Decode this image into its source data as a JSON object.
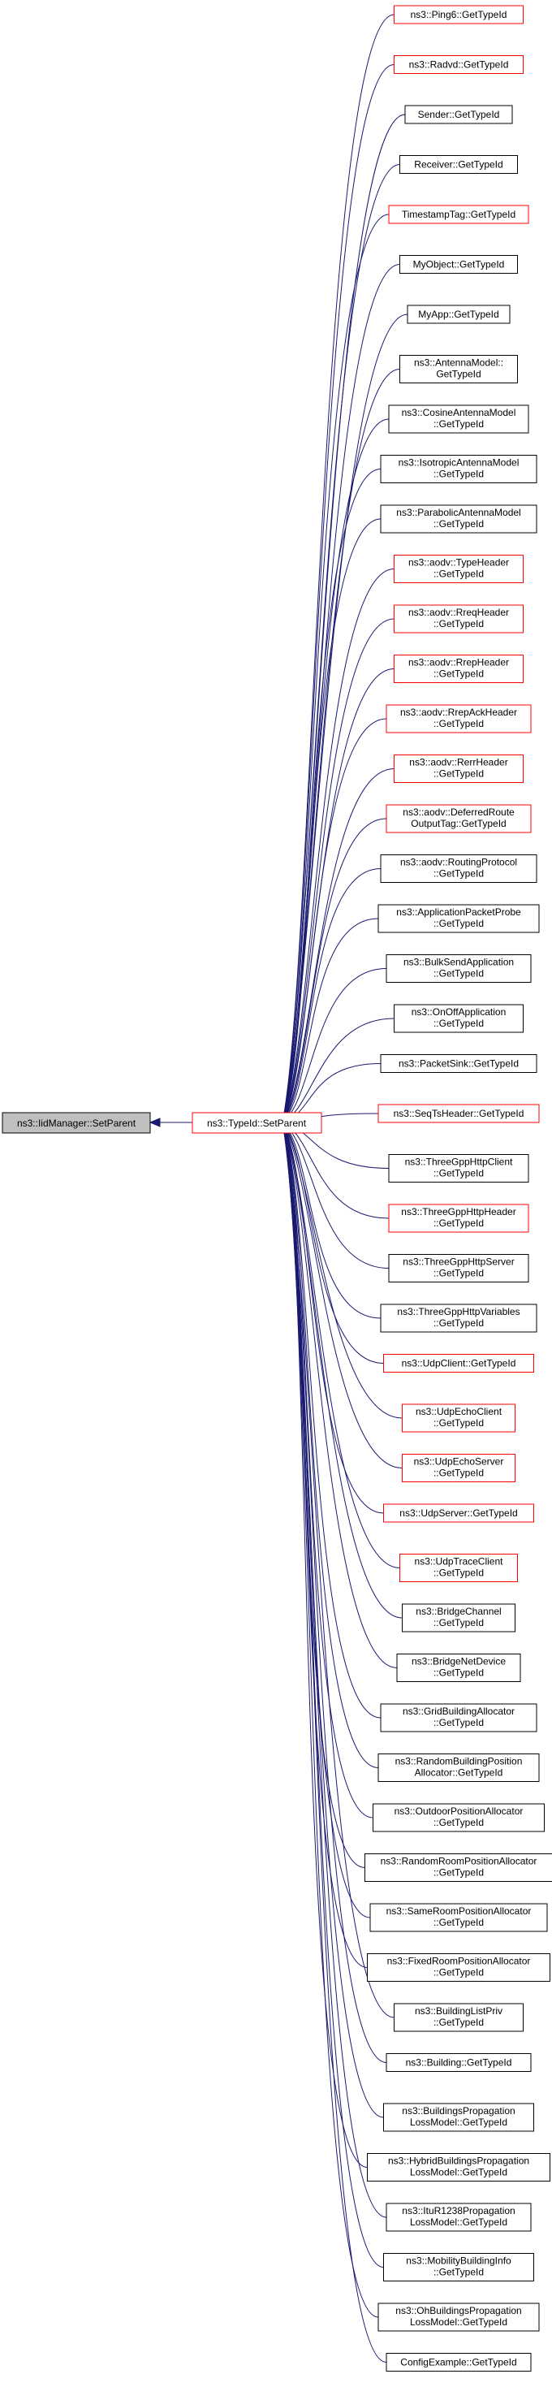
{
  "graph": {
    "root": {
      "label": "ns3::IidManager::SetParent",
      "style": "root"
    },
    "center": {
      "label": "ns3::TypeId::SetParent",
      "style": "red"
    },
    "callers": [
      {
        "lines": [
          "ns3::Ping6::GetTypeId"
        ],
        "style": "red"
      },
      {
        "lines": [
          "ns3::Radvd::GetTypeId"
        ],
        "style": "red"
      },
      {
        "lines": [
          "Sender::GetTypeId"
        ],
        "style": "black"
      },
      {
        "lines": [
          "Receiver::GetTypeId"
        ],
        "style": "black"
      },
      {
        "lines": [
          "TimestampTag::GetTypeId"
        ],
        "style": "red"
      },
      {
        "lines": [
          "MyObject::GetTypeId"
        ],
        "style": "black"
      },
      {
        "lines": [
          "MyApp::GetTypeId"
        ],
        "style": "black"
      },
      {
        "lines": [
          "ns3::AntennaModel::",
          "GetTypeId"
        ],
        "style": "black"
      },
      {
        "lines": [
          "ns3::CosineAntennaModel",
          "::GetTypeId"
        ],
        "style": "black"
      },
      {
        "lines": [
          "ns3::IsotropicAntennaModel",
          "::GetTypeId"
        ],
        "style": "black"
      },
      {
        "lines": [
          "ns3::ParabolicAntennaModel",
          "::GetTypeId"
        ],
        "style": "black"
      },
      {
        "lines": [
          "ns3::aodv::TypeHeader",
          "::GetTypeId"
        ],
        "style": "red"
      },
      {
        "lines": [
          "ns3::aodv::RreqHeader",
          "::GetTypeId"
        ],
        "style": "red"
      },
      {
        "lines": [
          "ns3::aodv::RrepHeader",
          "::GetTypeId"
        ],
        "style": "red"
      },
      {
        "lines": [
          "ns3::aodv::RrepAckHeader",
          "::GetTypeId"
        ],
        "style": "red"
      },
      {
        "lines": [
          "ns3::aodv::RerrHeader",
          "::GetTypeId"
        ],
        "style": "red"
      },
      {
        "lines": [
          "ns3::aodv::DeferredRoute",
          "OutputTag::GetTypeId"
        ],
        "style": "red"
      },
      {
        "lines": [
          "ns3::aodv::RoutingProtocol",
          "::GetTypeId"
        ],
        "style": "black"
      },
      {
        "lines": [
          "ns3::ApplicationPacketProbe",
          "::GetTypeId"
        ],
        "style": "black"
      },
      {
        "lines": [
          "ns3::BulkSendApplication",
          "::GetTypeId"
        ],
        "style": "black"
      },
      {
        "lines": [
          "ns3::OnOffApplication",
          "::GetTypeId"
        ],
        "style": "black"
      },
      {
        "lines": [
          "ns3::PacketSink::GetTypeId"
        ],
        "style": "black"
      },
      {
        "lines": [
          "ns3::SeqTsHeader::GetTypeId"
        ],
        "style": "red"
      },
      {
        "lines": [
          "ns3::ThreeGppHttpClient",
          "::GetTypeId"
        ],
        "style": "black"
      },
      {
        "lines": [
          "ns3::ThreeGppHttpHeader",
          "::GetTypeId"
        ],
        "style": "red"
      },
      {
        "lines": [
          "ns3::ThreeGppHttpServer",
          "::GetTypeId"
        ],
        "style": "black"
      },
      {
        "lines": [
          "ns3::ThreeGppHttpVariables",
          "::GetTypeId"
        ],
        "style": "black"
      },
      {
        "lines": [
          "ns3::UdpClient::GetTypeId"
        ],
        "style": "red"
      },
      {
        "lines": [
          "ns3::UdpEchoClient",
          "::GetTypeId"
        ],
        "style": "red"
      },
      {
        "lines": [
          "ns3::UdpEchoServer",
          "::GetTypeId"
        ],
        "style": "red"
      },
      {
        "lines": [
          "ns3::UdpServer::GetTypeId"
        ],
        "style": "red"
      },
      {
        "lines": [
          "ns3::UdpTraceClient",
          "::GetTypeId"
        ],
        "style": "red"
      },
      {
        "lines": [
          "ns3::BridgeChannel",
          "::GetTypeId"
        ],
        "style": "black"
      },
      {
        "lines": [
          "ns3::BridgeNetDevice",
          "::GetTypeId"
        ],
        "style": "black"
      },
      {
        "lines": [
          "ns3::GridBuildingAllocator",
          "::GetTypeId"
        ],
        "style": "black"
      },
      {
        "lines": [
          "ns3::RandomBuildingPosition",
          "Allocator::GetTypeId"
        ],
        "style": "black"
      },
      {
        "lines": [
          "ns3::OutdoorPositionAllocator",
          "::GetTypeId"
        ],
        "style": "black"
      },
      {
        "lines": [
          "ns3::RandomRoomPositionAllocator",
          "::GetTypeId"
        ],
        "style": "black"
      },
      {
        "lines": [
          "ns3::SameRoomPositionAllocator",
          "::GetTypeId"
        ],
        "style": "black"
      },
      {
        "lines": [
          "ns3::FixedRoomPositionAllocator",
          "::GetTypeId"
        ],
        "style": "black"
      },
      {
        "lines": [
          "ns3::BuildingListPriv",
          "::GetTypeId"
        ],
        "style": "black"
      },
      {
        "lines": [
          "ns3::Building::GetTypeId"
        ],
        "style": "black"
      },
      {
        "lines": [
          "ns3::BuildingsPropagation",
          "LossModel::GetTypeId"
        ],
        "style": "black"
      },
      {
        "lines": [
          "ns3::HybridBuildingsPropagation",
          "LossModel::GetTypeId"
        ],
        "style": "black"
      },
      {
        "lines": [
          "ns3::ItuR1238Propagation",
          "LossModel::GetTypeId"
        ],
        "style": "black"
      },
      {
        "lines": [
          "ns3::MobilityBuildingInfo",
          "::GetTypeId"
        ],
        "style": "black"
      },
      {
        "lines": [
          "ns3::OhBuildingsPropagation",
          "LossModel::GetTypeId"
        ],
        "style": "black"
      },
      {
        "lines": [
          "ConfigExample::GetTypeId"
        ],
        "style": "black"
      }
    ]
  },
  "colors": {
    "edge": "#191970",
    "red_border": "#ff0000",
    "black_border": "#000000",
    "root_fill": "#bfbfbf"
  }
}
